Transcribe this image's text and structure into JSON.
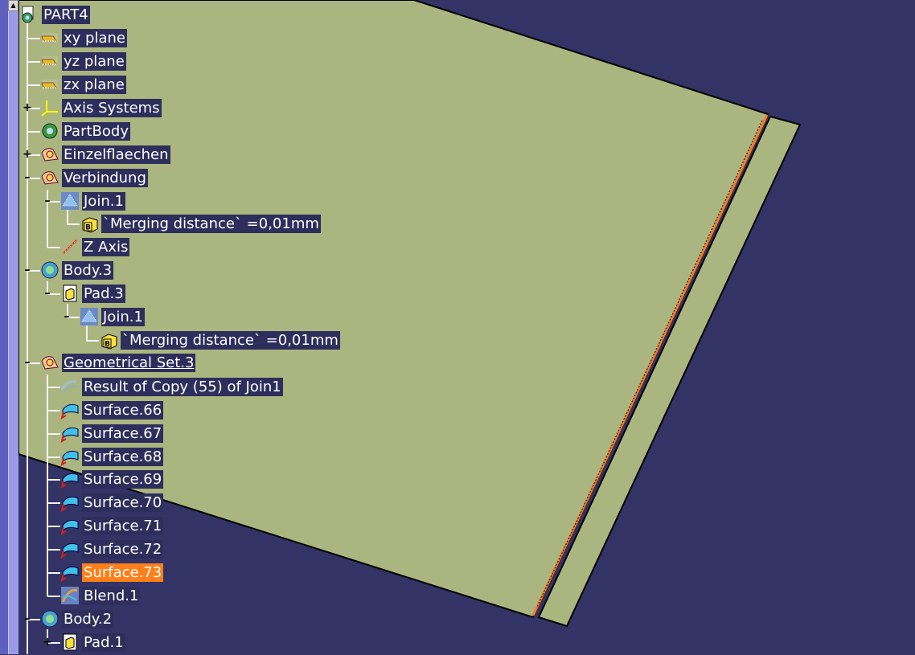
{
  "tree": {
    "root": "PART4",
    "items": [
      {
        "label": "xy plane",
        "icon": "plane-icon"
      },
      {
        "label": "yz plane",
        "icon": "plane-icon"
      },
      {
        "label": "zx plane",
        "icon": "plane-icon"
      },
      {
        "label": "Axis Systems",
        "icon": "axis-systems-icon",
        "expander": "+"
      },
      {
        "label": "PartBody",
        "icon": "gear-body-icon"
      },
      {
        "label": "Einzelflaechen",
        "icon": "geometrical-set-icon",
        "expander": "+"
      },
      {
        "label": "Verbindung",
        "icon": "geometrical-set-icon",
        "expander": "-"
      },
      {
        "label": "Join.1",
        "icon": "join-icon",
        "expander": "-"
      },
      {
        "label": "`Merging distance` =0,01mm",
        "icon": "parameter-icon"
      },
      {
        "label": "Z Axis",
        "icon": "axis-line-icon"
      },
      {
        "label": "Body.3",
        "icon": "body-icon",
        "expander": "-"
      },
      {
        "label": "Pad.3",
        "icon": "pad-icon",
        "expander": "-"
      },
      {
        "label": "Join.1",
        "icon": "join-icon",
        "expander": "-"
      },
      {
        "label": "`Merging distance` =0,01mm",
        "icon": "parameter-icon"
      },
      {
        "label": "Geometrical Set.3",
        "icon": "geometrical-set-icon",
        "expander": "-"
      },
      {
        "label": "Result of Copy (55) of Join1",
        "icon": "copy-result-icon"
      },
      {
        "label": "Surface.66",
        "icon": "surface-icon"
      },
      {
        "label": "Surface.67",
        "icon": "surface-icon"
      },
      {
        "label": "Surface.68",
        "icon": "surface-icon"
      },
      {
        "label": "Surface.69",
        "icon": "surface-icon"
      },
      {
        "label": "Surface.70",
        "icon": "surface-icon"
      },
      {
        "label": "Surface.71",
        "icon": "surface-icon"
      },
      {
        "label": "Surface.72",
        "icon": "surface-icon"
      },
      {
        "label": "Surface.73",
        "icon": "surface-icon"
      },
      {
        "label": "Blend.1",
        "icon": "blend-icon"
      },
      {
        "label": "Body.2",
        "icon": "body-icon",
        "expander": "-"
      },
      {
        "label": "Pad.1",
        "icon": "pad-icon",
        "expander": "+"
      }
    ]
  },
  "colors": {
    "background": "#333366",
    "surface": "#abb57f",
    "selection": "#ff7f1a",
    "edge_highlight": "#ff7a1a",
    "label_background": "#2e2e5c"
  }
}
